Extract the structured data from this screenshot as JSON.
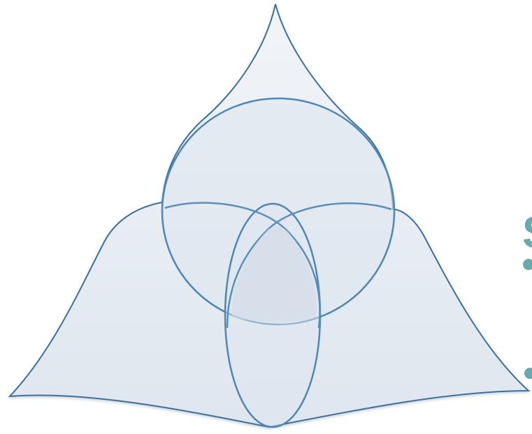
{
  "diagram": {
    "type": "venn",
    "circles": [
      "top",
      "bottom-left",
      "bottom-right"
    ],
    "fill_color": "#e6ecf2",
    "stroke_color": "#5e8fb8",
    "overlap_color": "#d6deea"
  },
  "cut_off_text": {
    "glyph": "S",
    "color": "#6aa9ab"
  }
}
